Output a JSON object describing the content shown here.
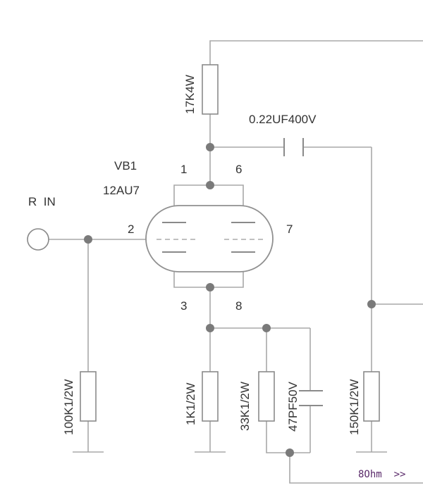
{
  "title": "",
  "tube": {
    "ref": "VB1",
    "type": "12AU7"
  },
  "input": {
    "label": "R  IN"
  },
  "pins": {
    "p1": "1",
    "p6": "6",
    "p2": "2",
    "p7": "7",
    "p3": "3",
    "p8": "8"
  },
  "components": {
    "plate_resistor": "17K4W",
    "coupling_cap": "0.22UF400V",
    "grid_resistor": "100K1/2W",
    "cathode_resistor": "1K1/2W",
    "cathode_resistor2": "33K1/2W",
    "cathode_cap": "47PF50V",
    "output_resistor": "150K1/2W"
  },
  "output": {
    "label": "8Ohm  >>"
  }
}
